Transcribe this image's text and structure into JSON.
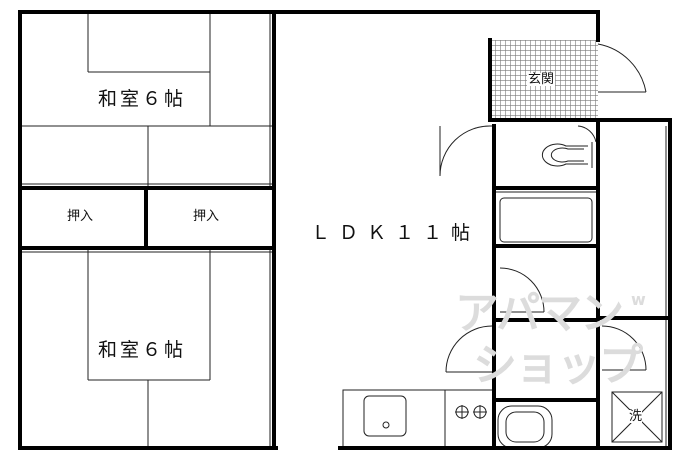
{
  "rooms": {
    "washitsu_top": "和室６帖",
    "washitsu_bottom": "和室６帖",
    "oshiire_left": "押入",
    "oshiire_right": "押入",
    "ldk": "ＬＤＫ１１帖",
    "genkan": "玄関",
    "sentaku": "洗"
  },
  "watermark": {
    "line1": "アパマン",
    "line2": "ショップ",
    "mark": "w"
  },
  "colors": {
    "wall": "#000000",
    "line": "#222222",
    "tile": "#8a8a8a",
    "watermark": "#dcdcdc"
  }
}
